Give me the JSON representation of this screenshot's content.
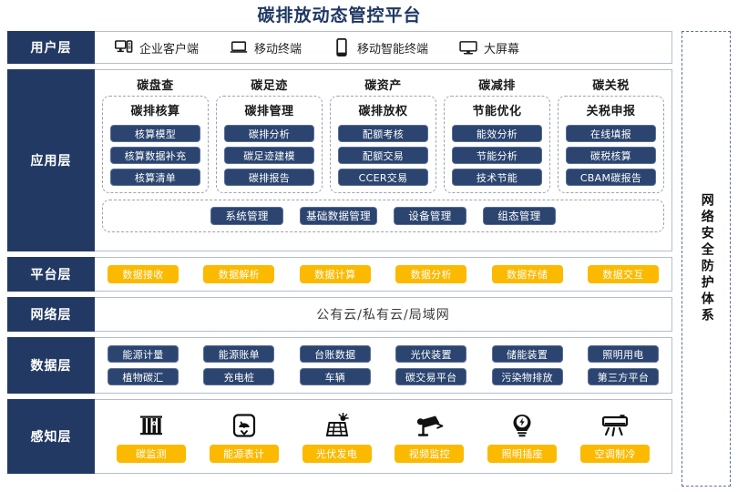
{
  "title": "碳排放动态管控平台",
  "security_panel": {
    "label": "网络安全防护体系"
  },
  "layers": {
    "user": {
      "label": "用户层",
      "items": [
        {
          "icon": "desktop-tower-icon",
          "label": "企业客户端"
        },
        {
          "icon": "laptop-icon",
          "label": "移动终端"
        },
        {
          "icon": "smartphone-icon",
          "label": "移动智能终端"
        },
        {
          "icon": "monitor-icon",
          "label": "大屏幕"
        }
      ]
    },
    "application": {
      "label": "应用层",
      "groups": [
        {
          "title": "碳盘查",
          "subtitle": "碳排核算",
          "buttons": [
            "核算模型",
            "核算数据补充",
            "核算清单"
          ]
        },
        {
          "title": "碳足迹",
          "subtitle": "碳排管理",
          "buttons": [
            "碳排分析",
            "碳足迹建模",
            "碳排报告"
          ]
        },
        {
          "title": "碳资产",
          "subtitle": "碳排放权",
          "buttons": [
            "配额考核",
            "配额交易",
            "CCER交易"
          ]
        },
        {
          "title": "碳减排",
          "subtitle": "节能优化",
          "buttons": [
            "能效分析",
            "节能分析",
            "技术节能"
          ]
        },
        {
          "title": "碳关税",
          "subtitle": "关税申报",
          "buttons": [
            "在线填报",
            "碳税核算",
            "CBAM碳报告"
          ]
        }
      ],
      "common": [
        "系统管理",
        "基础数据管理",
        "设备管理",
        "组态管理"
      ]
    },
    "platform": {
      "label": "平台层",
      "items": [
        "数据接收",
        "数据解析",
        "数据计算",
        "数据分析",
        "数据存储",
        "数据交互"
      ]
    },
    "network": {
      "label": "网络层",
      "text": "公有云/私有云/局域网"
    },
    "data": {
      "label": "数据层",
      "row1": [
        "能源计量",
        "能源账单",
        "台账数据",
        "光伏装置",
        "储能装置",
        "照明用电"
      ],
      "row2": [
        "植物碳汇",
        "充电桩",
        "车辆",
        "碳交易平台",
        "污染物排放",
        "第三方平台"
      ]
    },
    "sense": {
      "label": "感知层",
      "items": [
        {
          "icon": "carbon-monitor-icon",
          "label": "碳监测"
        },
        {
          "icon": "energy-meter-icon",
          "label": "能源表计"
        },
        {
          "icon": "solar-panel-icon",
          "label": "光伏发电"
        },
        {
          "icon": "cctv-camera-icon",
          "label": "视频监控"
        },
        {
          "icon": "lightbulb-socket-icon",
          "label": "照明插座"
        },
        {
          "icon": "air-conditioner-icon",
          "label": "空调制冷"
        }
      ]
    }
  },
  "colors": {
    "navy": "#223a63",
    "button_blue": "#2b4570",
    "accent_orange": "#FBBA00",
    "title_blue": "#1f3864",
    "border_gray": "#b4bdd0"
  }
}
